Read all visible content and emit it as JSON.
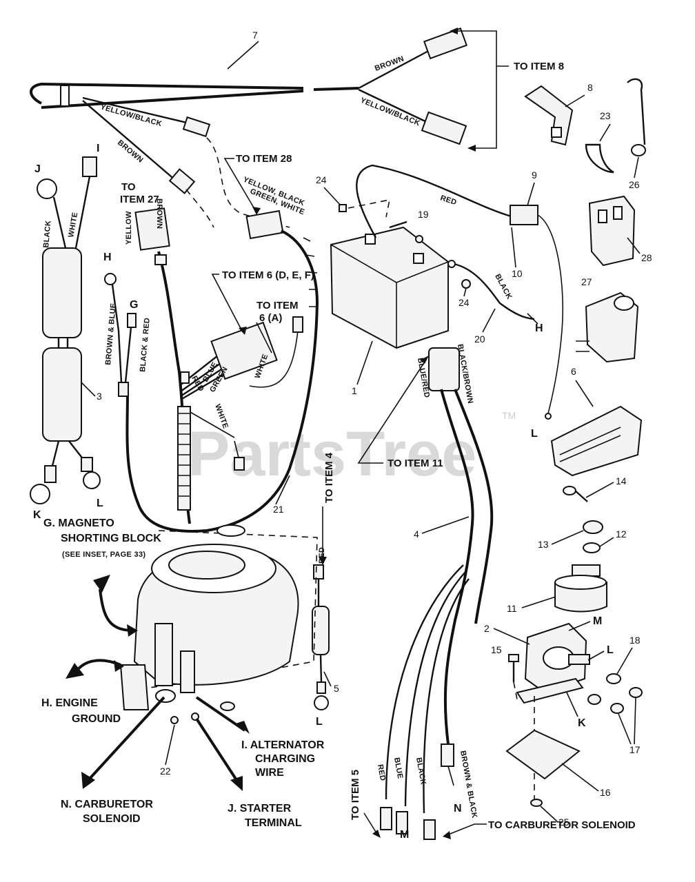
{
  "watermark": {
    "text": "PartsTree",
    "tm": "TM"
  },
  "callouts": {
    "to_item_8": "TO ITEM 8",
    "to_item_28": "TO ITEM 28",
    "to_item_27": [
      "TO",
      "ITEM 27"
    ],
    "to_item_6_def": "TO ITEM 6 (D, E, F)",
    "to_item_6_a": [
      "TO ITEM",
      "6 (A)"
    ],
    "to_item_11": "TO ITEM 11",
    "to_item_4": "TO ITEM 4",
    "to_item_5": "TO ITEM 5",
    "to_carb_solenoid": "TO CARBURETOR SOLENOID"
  },
  "wire_labels": {
    "brown_top": "BROWN",
    "yellow_black_right": "YELLOW/BLACK",
    "yellow_black_left": "YELLOW/BLACK",
    "brown_left": "BROWN",
    "yellow_black_green_white_1": "YELLOW, BLACK",
    "yellow_black_green_white_2": "GREEN, WHITE",
    "yellow_27": "YELLOW",
    "brown_27": "BROWN",
    "red_battery": "RED",
    "black_battery": "BLACK",
    "black_3": "BLACK",
    "white_3": "WHITE",
    "brown_blue": "BROWN & BLUE",
    "black_red": "BLACK & RED",
    "red_6": "RED",
    "blue_6": "BLUE",
    "green_6": "GREEN",
    "white_6a": "WHITE",
    "white_6b": "WHITE",
    "black_brown": "BLACK/BROWN",
    "blue_red": "BLUE/RED",
    "red_5": "RED",
    "red_4a": "RED",
    "blue_4": "BLUE",
    "black_4": "BLACK",
    "brown_black_4": "BROWN & BLACK"
  },
  "part_numbers": {
    "n1": "1",
    "n2": "2",
    "n3": "3",
    "n4": "4",
    "n5": "5",
    "n6": "6",
    "n7": "7",
    "n8": "8",
    "n9": "9",
    "n10": "10",
    "n11": "11",
    "n12": "12",
    "n13": "13",
    "n14": "14",
    "n15": "15",
    "n16": "16",
    "n17": "17",
    "n18": "18",
    "n19": "19",
    "n20": "20",
    "n21": "21",
    "n22": "22",
    "n23": "23",
    "n24a": "24",
    "n24b": "24",
    "n25": "25",
    "n26": "26",
    "n27": "27",
    "n28": "28"
  },
  "letters": {
    "I": "I",
    "J": "J",
    "H": "H",
    "G": "G",
    "K": "K",
    "L1": "L",
    "L2": "L",
    "L3": "L",
    "L4": "L",
    "M1": "M",
    "M2": "M",
    "N": "N",
    "H2": "H",
    "K2": "K"
  },
  "engine_labels": {
    "g_title": "G. MAGNETO",
    "g_line2": "SHORTING BLOCK",
    "g_line3": "(SEE INSET, PAGE 33)",
    "h_line1": "H. ENGINE",
    "h_line2": "GROUND",
    "i_line1": "I. ALTERNATOR",
    "i_line2": "CHARGING",
    "i_line3": "WIRE",
    "n_line1": "N. CARBURETOR",
    "n_line2": "SOLENOID",
    "j_line1": "J. STARTER",
    "j_line2": "TERMINAL"
  }
}
